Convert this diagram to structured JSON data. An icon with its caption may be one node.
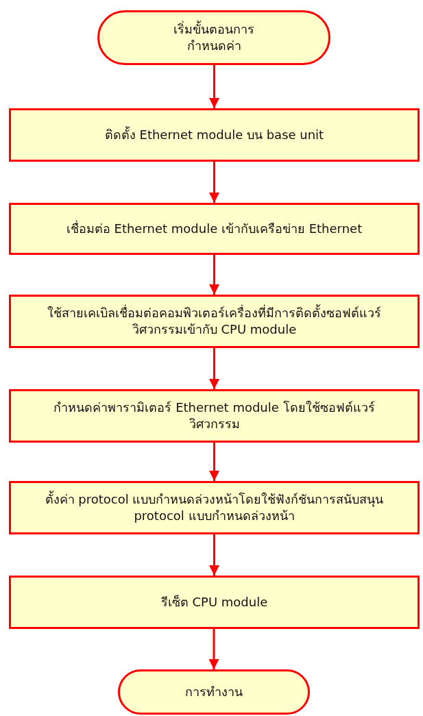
{
  "diagram": {
    "nodes": [
      {
        "text": [
          "เริ่มขั้นตอนการกำหนดค่า"
        ]
      },
      {
        "text": [
          "ติดตั้ง Ethernet module บน base unit"
        ]
      },
      {
        "text": [
          "เชื่อมต่อ Ethernet module เข้ากับเครือข่าย Ethernet"
        ]
      },
      {
        "text": [
          "ใช้สายเคเบิลเชื่อมต่อคอมพิวเตอร์เครื่องที่มีการติดตั้งซอฟต์แวร์วิศวกรรมเข้ากับ CPU module"
        ]
      },
      {
        "text": [
          "กำหนดค่าพารามิเตอร์ Ethernet module โดยใช้ซอฟต์แวร์วิศวกรรม"
        ]
      },
      {
        "text": [
          "ตั้งค่า protocol แบบกำหนดล่วงหน้าโดยใช้ฟังก์ชันการสนับสนุน protocol แบบกำหนดล่วงหน้า"
        ]
      },
      {
        "text": [
          "รีเซ็ต CPU module"
        ]
      },
      {
        "text": [
          "การทำงาน"
        ]
      }
    ],
    "edges": [
      {
        "from": 0,
        "to": 1,
        "arrow": "to"
      },
      {
        "from": 1,
        "to": 2,
        "arrow": "to"
      },
      {
        "from": 2,
        "to": 3,
        "arrow": "to"
      },
      {
        "from": 3,
        "to": 4,
        "arrow": "to"
      },
      {
        "from": 4,
        "to": 5,
        "arrow": "to"
      },
      {
        "from": 5,
        "to": 6,
        "arrow": "to"
      },
      {
        "from": 6,
        "to": 7,
        "arrow": "to"
      }
    ]
  }
}
